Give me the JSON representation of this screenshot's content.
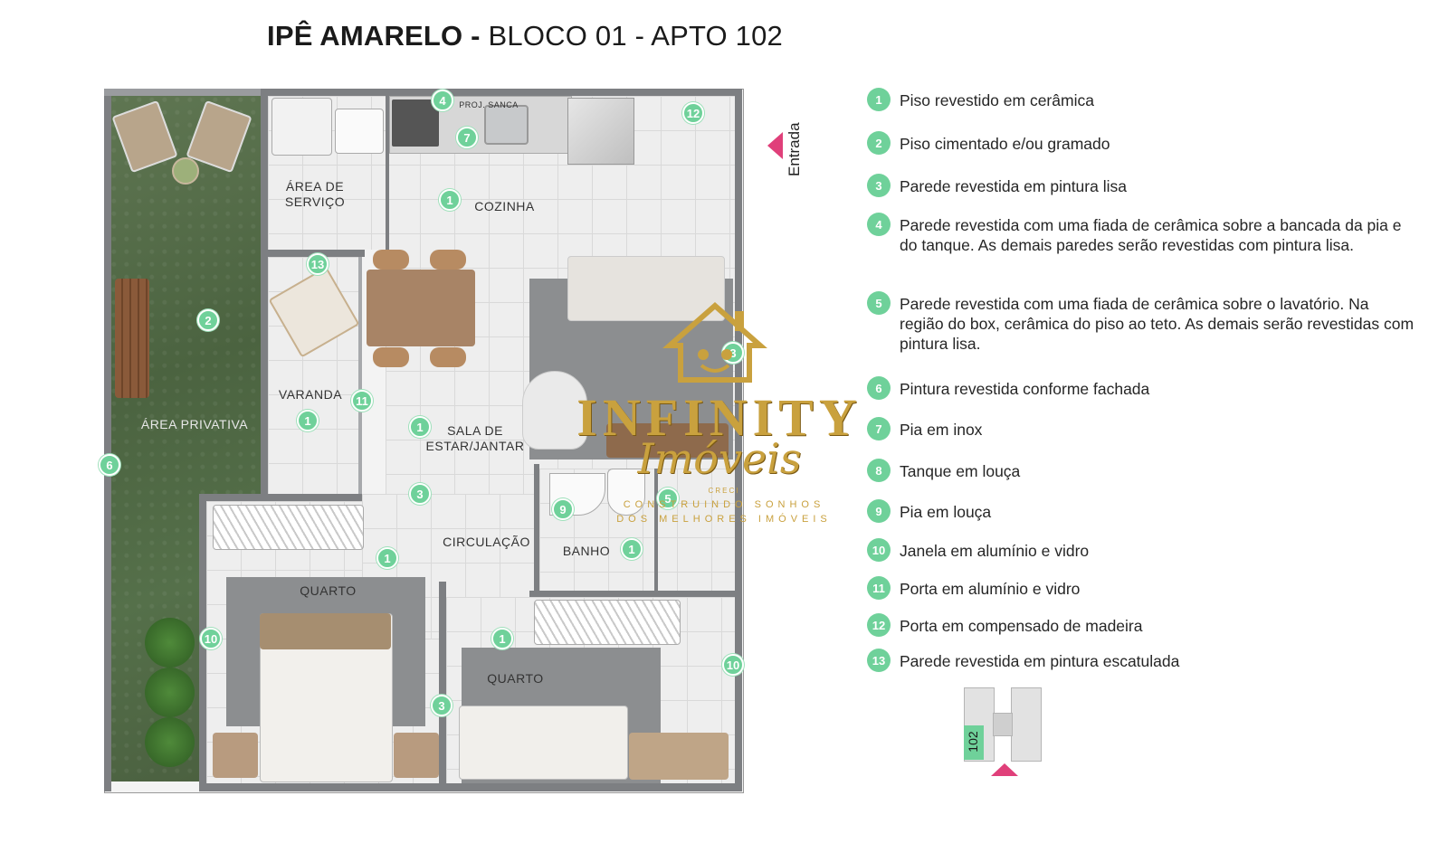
{
  "title": {
    "bold": "IPÊ AMARELO -",
    "rest": "BLOCO 01 - APTO 102"
  },
  "entrance_label": "Entrada",
  "rooms": {
    "area_servico": "ÁREA DE\nSERVIÇO",
    "cozinha": "COZINHA",
    "area_privativa": "ÁREA PRIVATIVA",
    "varanda": "VARANDA",
    "sala": "SALA DE\nESTAR/JANTAR",
    "circulacao": "CIRCULAÇÃO",
    "banho": "BANHO",
    "quarto_1": "QUARTO",
    "quarto_2": "QUARTO",
    "proj_sanca": "PROJ. SANCA"
  },
  "badges": {
    "b1": "1",
    "b2": "2",
    "b3": "3",
    "b4": "4",
    "b5": "5",
    "b6": "6",
    "b7": "7",
    "b9": "9",
    "b10": "10",
    "b11": "11",
    "b12": "12",
    "b13": "13"
  },
  "legend": [
    {
      "num": "1",
      "text": "Piso revestido em cerâmica"
    },
    {
      "num": "2",
      "text": "Piso cimentado e/ou gramado"
    },
    {
      "num": "3",
      "text": "Parede revestida em pintura lisa"
    },
    {
      "num": "4",
      "text": "Parede revestida com uma fiada de cerâmica sobre a bancada da pia e do tanque. As demais paredes serão revestidas com pintura lisa."
    },
    {
      "num": "5",
      "text": "Parede revestida com uma fiada de cerâmica sobre o lavatório. Na região do box, cerâmica do piso ao teto. As demais serão revestidas com pintura lisa."
    },
    {
      "num": "6",
      "text": "Pintura revestida conforme fachada"
    },
    {
      "num": "7",
      "text": "Pia em inox"
    },
    {
      "num": "8",
      "text": "Tanque em louça"
    },
    {
      "num": "9",
      "text": "Pia em louça"
    },
    {
      "num": "10",
      "text": "Janela em alumínio e vidro"
    },
    {
      "num": "11",
      "text": "Porta em alumínio e vidro"
    },
    {
      "num": "12",
      "text": "Porta em compensado de madeira"
    },
    {
      "num": "13",
      "text": "Parede revestida em pintura escatulada"
    }
  ],
  "watermark": {
    "name": "INFINITY",
    "script": "Imóveis",
    "small": "CRECI",
    "tagline_1": "CONSTRUINDO SONHOS",
    "tagline_2": "DOS MELHORES IMÓVEIS"
  },
  "keyplan_unit": "102",
  "colors": {
    "badge": "#6fd19a",
    "accent_arrow": "#e0407a",
    "walls": "#7d7f82",
    "grass": "#4b6340",
    "watermark_gold": "#c9a13e"
  }
}
